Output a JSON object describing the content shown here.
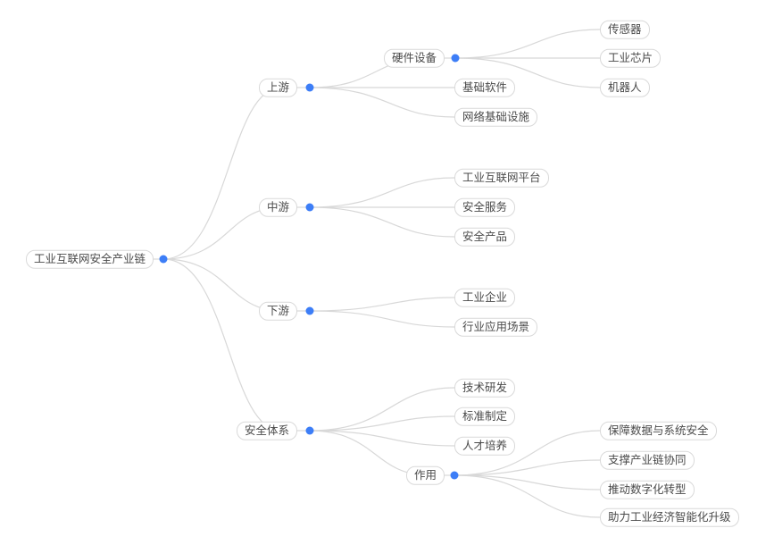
{
  "page": {
    "background_color": "#ffffff"
  },
  "theme": {
    "node_border_color": "#d9d9d9",
    "node_background_color": "#ffffff",
    "node_text_color": "#4a4a4a",
    "edge_color": "#d8d8d8",
    "collapse_dot_color": "#3d7ef7"
  },
  "mindmap": {
    "type": "mindmap-tree",
    "root": {
      "id": "root",
      "label": "工业互联网安全产业链",
      "children": [
        {
          "id": "shangyou",
          "label": "上游",
          "children": [
            {
              "id": "yingjianshebei",
              "label": "硬件设备",
              "children": [
                {
                  "id": "chuanganqi",
                  "label": "传感器"
                },
                {
                  "id": "gongyexinpian",
                  "label": "工业芯片"
                },
                {
                  "id": "jiqiren",
                  "label": "机器人"
                }
              ]
            },
            {
              "id": "jichuruanjian",
              "label": "基础软件"
            },
            {
              "id": "wangluojichu",
              "label": "网络基础设施"
            }
          ]
        },
        {
          "id": "zhongyou",
          "label": "中游",
          "children": [
            {
              "id": "gypingtai",
              "label": "工业互联网平台"
            },
            {
              "id": "aqfuwu",
              "label": "安全服务"
            },
            {
              "id": "aqchanpin",
              "label": "安全产品"
            }
          ]
        },
        {
          "id": "xiayou",
          "label": "下游",
          "children": [
            {
              "id": "gyqiye",
              "label": "工业企业"
            },
            {
              "id": "hyyingyong",
              "label": "行业应用场景"
            }
          ]
        },
        {
          "id": "aqtixi",
          "label": "安全体系",
          "children": [
            {
              "id": "jsyanfa",
              "label": "技术研发"
            },
            {
              "id": "bzzhiding",
              "label": "标准制定"
            },
            {
              "id": "rcpeiyang",
              "label": "人才培养"
            },
            {
              "id": "zuoyong",
              "label": "作用",
              "children": [
                {
                  "id": "baozhang",
                  "label": "保障数据与系统安全"
                },
                {
                  "id": "zhicheng",
                  "label": "支撑产业链协同"
                },
                {
                  "id": "tuidong",
                  "label": "推动数字化转型"
                },
                {
                  "id": "zhuli",
                  "label": "助力工业经济智能化升级"
                }
              ]
            }
          ]
        }
      ]
    }
  }
}
